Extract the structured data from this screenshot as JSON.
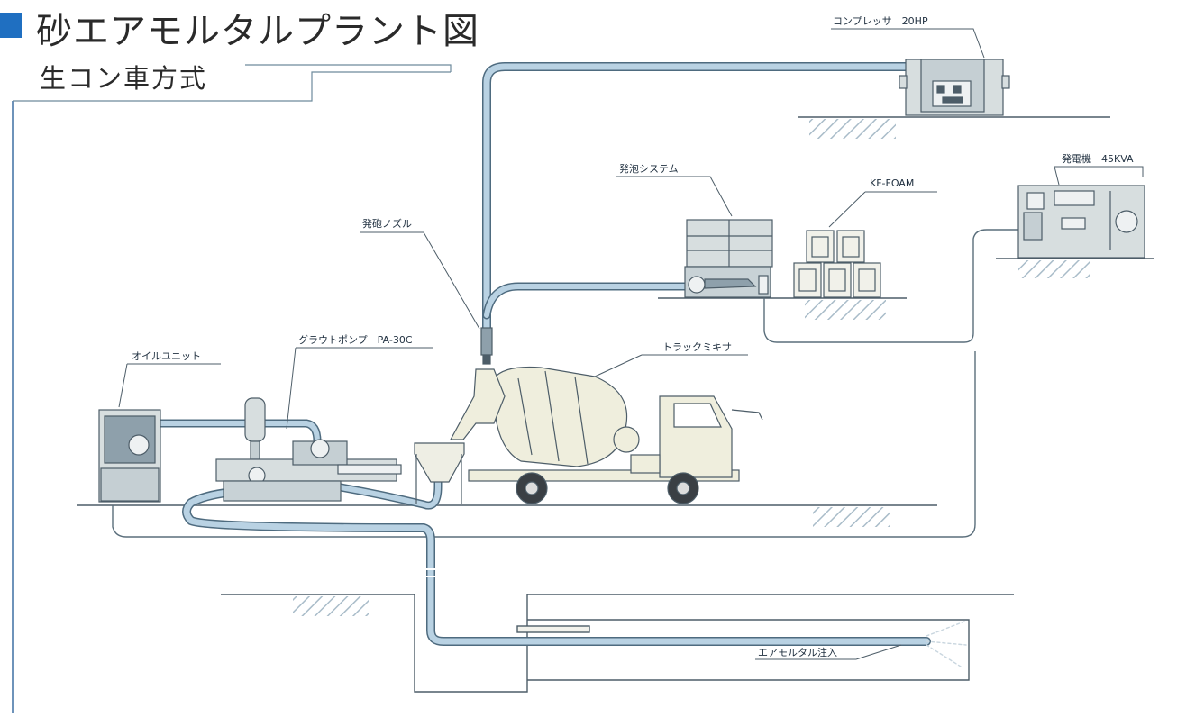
{
  "title": "砂エアモルタルプラント図",
  "subtitle": "生コン車方式",
  "labels": {
    "compressor": "コンプレッサ　20HP",
    "foam_system": "発泡システム",
    "kf_foam": "KF-FOAM",
    "generator": "発電機　45KVA",
    "nozzle": "発砲ノズル",
    "oil_unit": "オイルユニット",
    "grout_pump": "グラウトポンプ　PA-30C",
    "truck_mixer": "トラックミキサ",
    "injection": "エアモルタル注入"
  },
  "colors": {
    "accent": "#1f6fc1",
    "hose": "#b9d2e3",
    "hose_edge": "#4e6b7f",
    "equipment": "#d7dedf",
    "truck": "#efeedd",
    "ground_hatch": "#a9bcc9"
  }
}
